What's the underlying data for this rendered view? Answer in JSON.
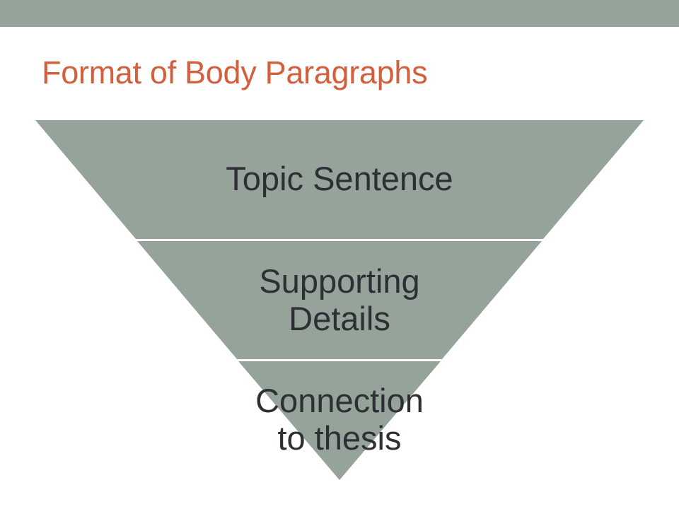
{
  "slide": {
    "title": "Format of Body Paragraphs"
  },
  "funnel": {
    "levels": [
      {
        "lines": [
          "Topic Sentence"
        ]
      },
      {
        "lines": [
          "Supporting",
          "Details"
        ]
      },
      {
        "lines": [
          "Connection",
          "to thesis"
        ]
      }
    ]
  },
  "colors": {
    "band": "#95a39a",
    "funnel_fill": "#95a39a",
    "divider": "#ffffff",
    "title": "#d2603c",
    "level_text": "#2c2f33"
  }
}
